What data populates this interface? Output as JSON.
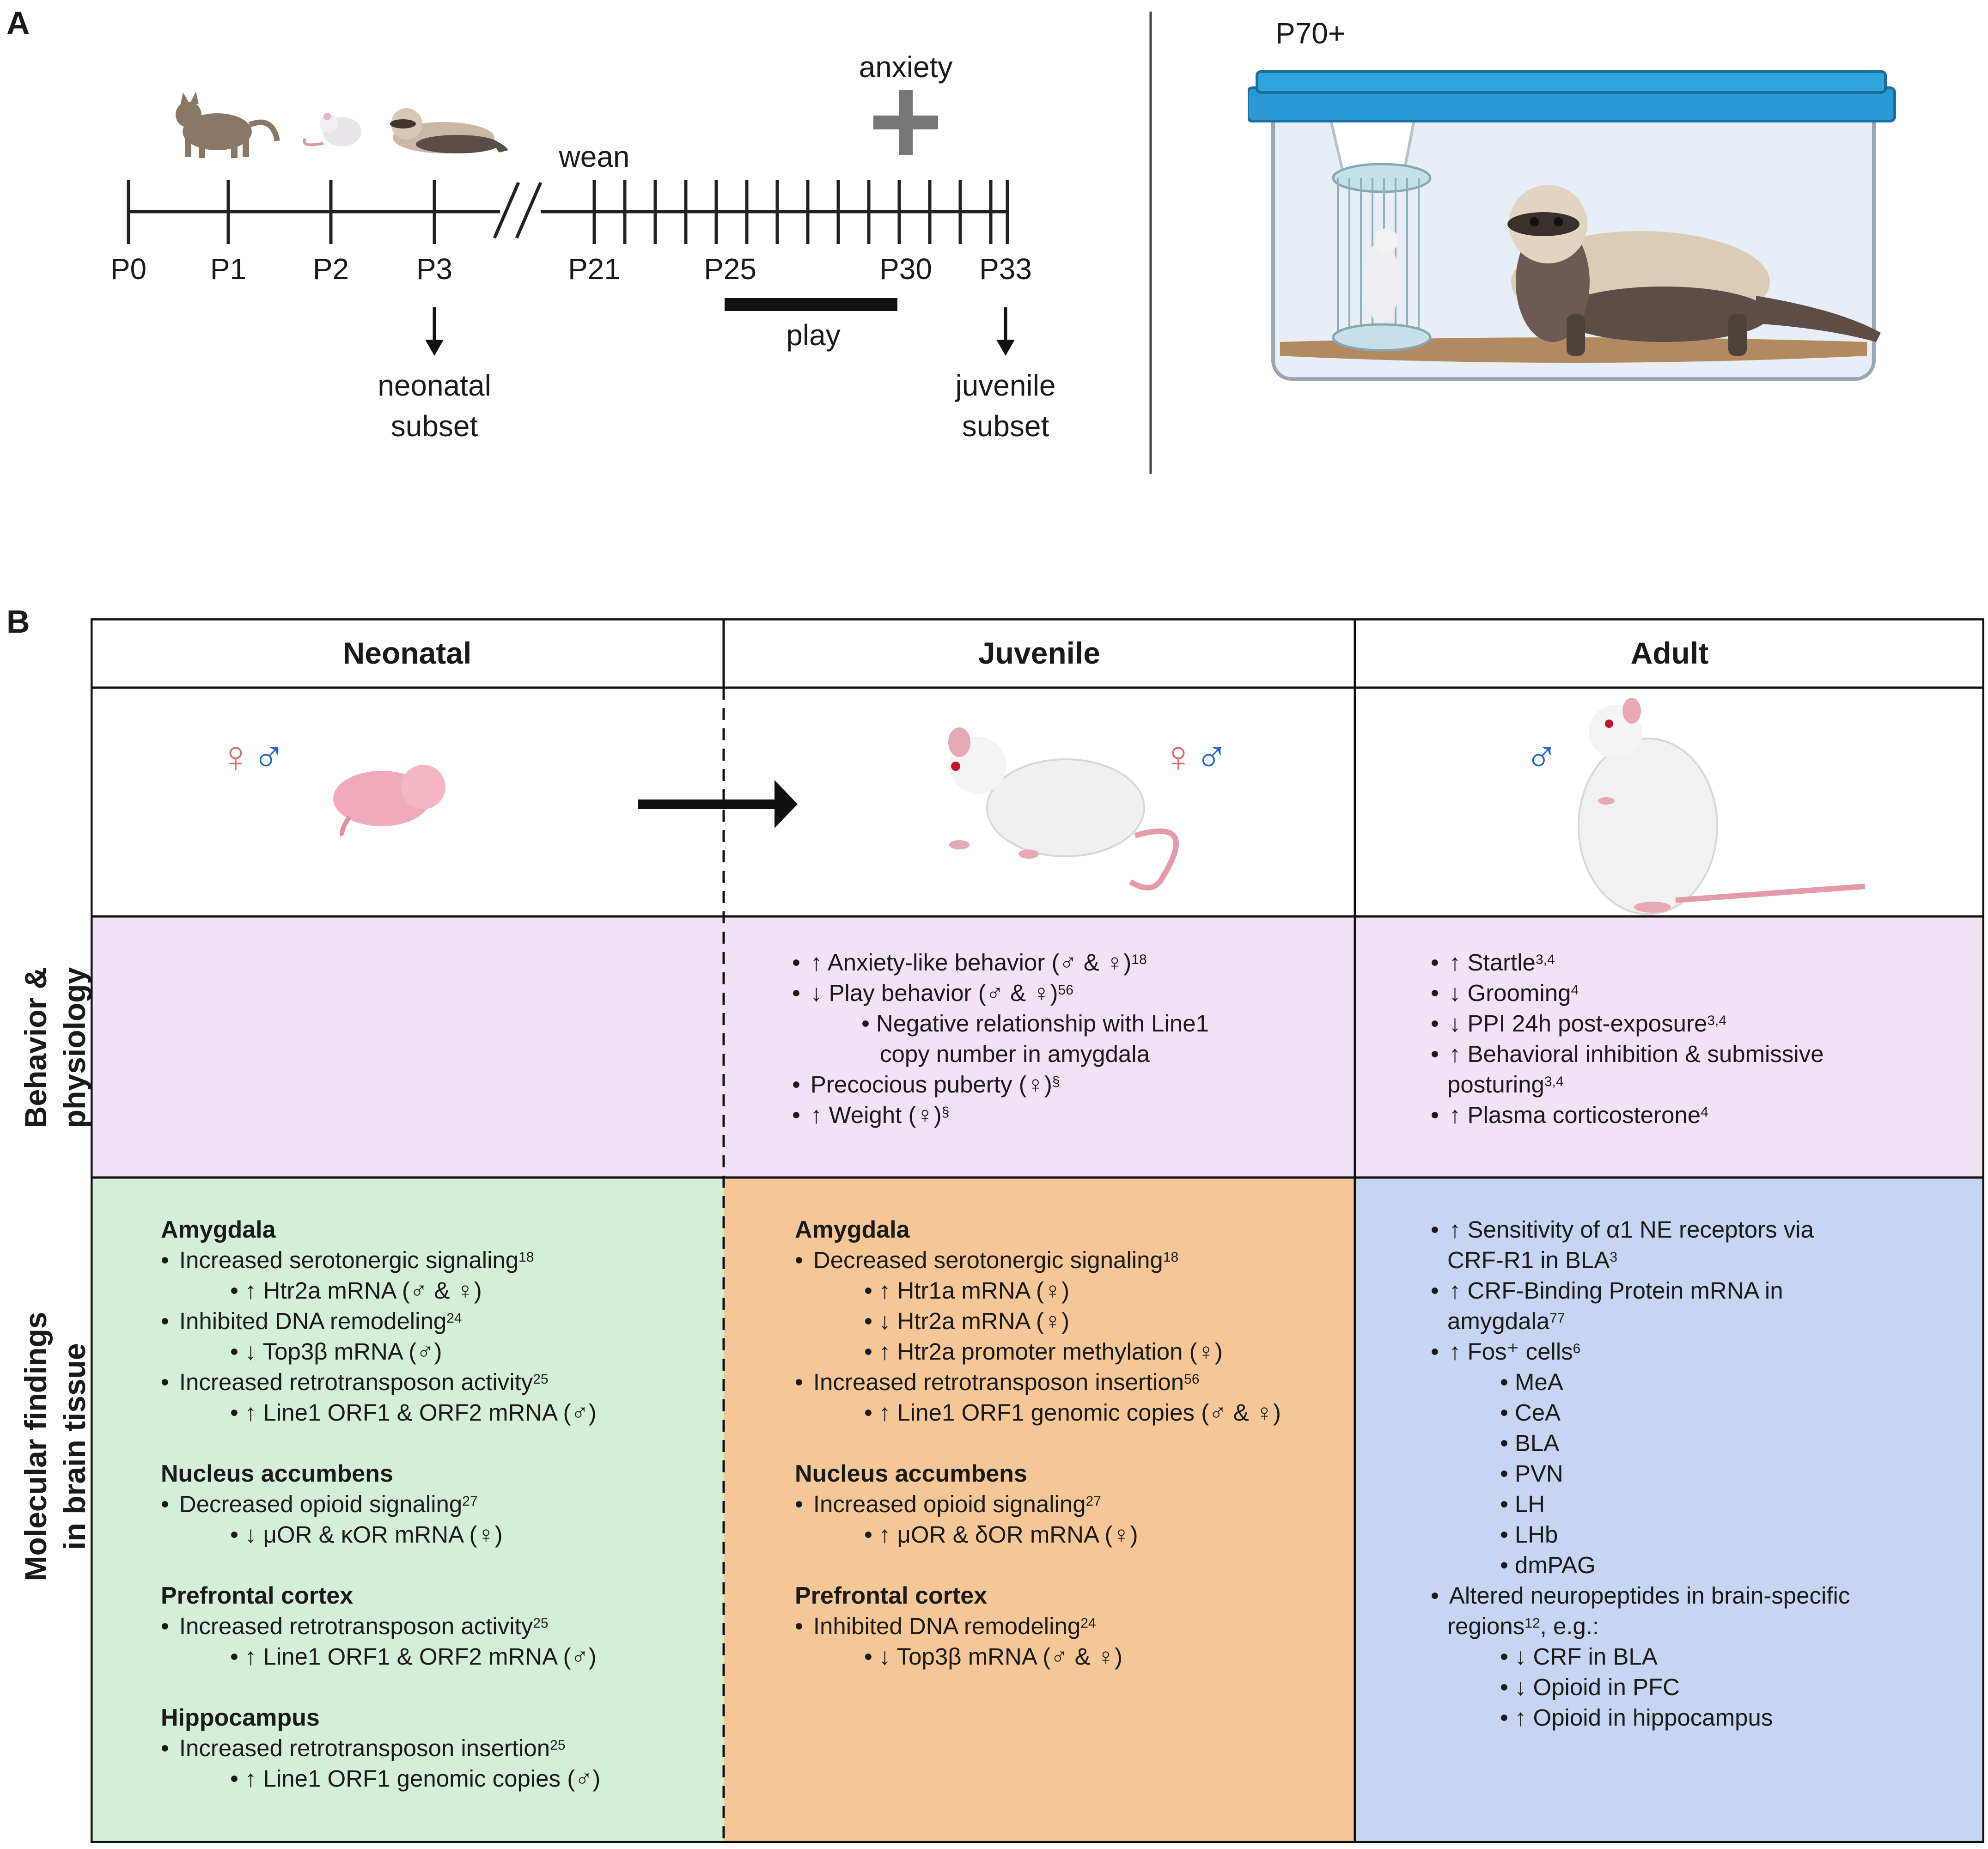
{
  "panel_a": {
    "letter": "A",
    "timeline_labels": [
      "P0",
      "P1",
      "P2",
      "P3",
      "P21",
      "P25",
      "P30",
      "P33"
    ],
    "wean": "wean",
    "anxiety": "anxiety",
    "play": "play",
    "neonatal_subset": [
      "neonatal",
      "subset"
    ],
    "juvenile_subset": [
      "juvenile",
      "subset"
    ],
    "adult_age": "P70+",
    "icons": [
      "cat-icon",
      "rat-icon",
      "ferret-icon",
      "cage-icon",
      "caged-rat-icon",
      "adult-ferret-icon"
    ]
  },
  "panel_b": {
    "letter": "B",
    "columns": [
      "Neonatal",
      "Juvenile",
      "Adult"
    ],
    "sex_symbols": {
      "neonatal": [
        "♀",
        "♂"
      ],
      "juvenile": [
        "♀",
        "♂"
      ],
      "adult": [
        "♂"
      ]
    },
    "row_labels": {
      "behavior": [
        "Behavior &",
        "physiology"
      ],
      "molecular": [
        "Molecular findings",
        "in brain tissue"
      ]
    },
    "colors": {
      "behavior_bg": "#f0e3f5",
      "neonatal_bg": "#d3efd9",
      "juvenile_bg": "#f6c796",
      "adult_bg": "#c6d5f1",
      "female": "#e0696b",
      "male": "#1f64c4"
    },
    "juvenile_behavior": [
      {
        "lvl": 0,
        "t": "↑ Anxiety-like behavior (♂ & ♀)",
        "s": "18"
      },
      {
        "lvl": 0,
        "t": "↓ Play behavior (♂ & ♀)",
        "s": "56"
      },
      {
        "lvl": 1,
        "t": "Negative relationship with Line1"
      },
      {
        "lvl": 1,
        "t": "copy number in amygdala",
        "cont": true
      },
      {
        "lvl": 0,
        "t": "Precocious puberty (♀)",
        "s": "§"
      },
      {
        "lvl": 0,
        "t": "↑ Weight (♀)",
        "s": "§"
      }
    ],
    "adult_behavior": [
      {
        "lvl": 0,
        "t": "↑ Startle",
        "s": "3,4"
      },
      {
        "lvl": 0,
        "t": "↓ Grooming",
        "s": "4"
      },
      {
        "lvl": 0,
        "t": "↓ PPI 24h post-exposure",
        "s": "3,4"
      },
      {
        "lvl": 0,
        "t": "↑ Behavioral inhibition & submissive"
      },
      {
        "lvl": 0,
        "t": "posturing",
        "s": "3,4",
        "cont": true
      },
      {
        "lvl": 0,
        "t": "↑ Plasma corticosterone",
        "s": "4"
      }
    ],
    "neonatal_molecular": [
      {
        "h": "Amygdala"
      },
      {
        "lvl": 0,
        "t": "Increased serotonergic signaling",
        "s": "18"
      },
      {
        "lvl": 1,
        "t": "↑ Htr2a mRNA (♂ & ♀)"
      },
      {
        "lvl": 0,
        "t": "Inhibited DNA remodeling",
        "s": "24"
      },
      {
        "lvl": 1,
        "t": "↓ Top3β mRNA (♂)"
      },
      {
        "lvl": 0,
        "t": "Increased retrotransposon activity",
        "s": "25"
      },
      {
        "lvl": 1,
        "t": "↑ Line1 ORF1 & ORF2 mRNA (♂)"
      },
      {
        "h": "Nucleus accumbens",
        "gap": true
      },
      {
        "lvl": 0,
        "t": "Decreased opioid signaling",
        "s": "27"
      },
      {
        "lvl": 1,
        "t": "↓ μOR & κOR mRNA (♀)"
      },
      {
        "h": "Prefrontal cortex",
        "gap": true
      },
      {
        "lvl": 0,
        "t": "Increased retrotransposon activity",
        "s": "25"
      },
      {
        "lvl": 1,
        "t": "↑ Line1 ORF1 & ORF2 mRNA (♂)"
      },
      {
        "h": "Hippocampus",
        "gap": true
      },
      {
        "lvl": 0,
        "t": "Increased retrotransposon insertion",
        "s": "25"
      },
      {
        "lvl": 1,
        "t": "↑ Line1 ORF1 genomic copies (♂)"
      }
    ],
    "juvenile_molecular": [
      {
        "h": "Amygdala"
      },
      {
        "lvl": 0,
        "t": "Decreased serotonergic signaling",
        "s": "18"
      },
      {
        "lvl": 1,
        "t": "↑ Htr1a mRNA (♀)"
      },
      {
        "lvl": 1,
        "t": "↓ Htr2a mRNA (♀)"
      },
      {
        "lvl": 1,
        "t": "↑ Htr2a promoter methylation (♀)"
      },
      {
        "lvl": 0,
        "t": "Increased retrotransposon insertion",
        "s": "56"
      },
      {
        "lvl": 1,
        "t": "↑ Line1 ORF1 genomic copies (♂ & ♀)"
      },
      {
        "h": "Nucleus accumbens",
        "gap": true
      },
      {
        "lvl": 0,
        "t": "Increased opioid signaling",
        "s": "27"
      },
      {
        "lvl": 1,
        "t": "↑ μOR & δOR mRNA (♀)"
      },
      {
        "h": "Prefrontal cortex",
        "gap": true
      },
      {
        "lvl": 0,
        "t": "Inhibited DNA remodeling",
        "s": "24"
      },
      {
        "lvl": 1,
        "t": "↓ Top3β mRNA (♂ & ♀)"
      }
    ],
    "adult_molecular": [
      {
        "lvl": 0,
        "t": "↑ Sensitivity of α1 NE receptors via"
      },
      {
        "lvl": 0,
        "t": "CRF-R1 in BLA",
        "s": "3",
        "cont": true
      },
      {
        "lvl": 0,
        "t": "↑ CRF-Binding Protein mRNA in"
      },
      {
        "lvl": 0,
        "t": "amygdala",
        "s": "77",
        "cont": true
      },
      {
        "lvl": 0,
        "t": "↑  Fos⁺ cells",
        "s": "6"
      },
      {
        "lvl": 1,
        "t": "MeA"
      },
      {
        "lvl": 1,
        "t": "CeA"
      },
      {
        "lvl": 1,
        "t": "BLA"
      },
      {
        "lvl": 1,
        "t": "PVN"
      },
      {
        "lvl": 1,
        "t": "LH"
      },
      {
        "lvl": 1,
        "t": "LHb"
      },
      {
        "lvl": 1,
        "t": "dmPAG"
      },
      {
        "lvl": 0,
        "t": "Altered neuropeptides in brain-specific"
      },
      {
        "lvl": 0,
        "t": "regions",
        "s": "12",
        "t2": ", e.g.:",
        "cont": true
      },
      {
        "lvl": 1,
        "t": "↓ CRF in BLA"
      },
      {
        "lvl": 1,
        "t": "↓ Opioid in PFC"
      },
      {
        "lvl": 1,
        "t": "↑ Opioid in hippocampus"
      }
    ]
  }
}
